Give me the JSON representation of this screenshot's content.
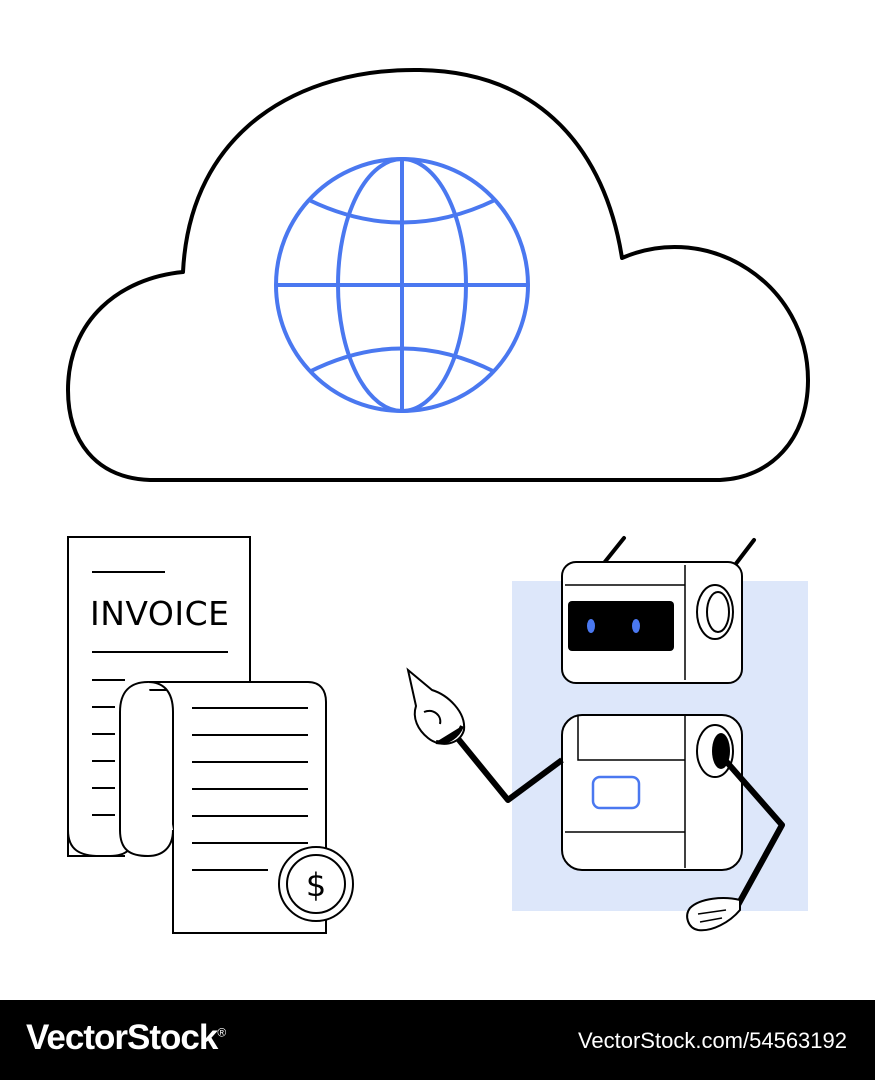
{
  "illustration": {
    "invoice_label": "INVOICE",
    "currency_symbol": "$",
    "colors": {
      "outline": "#000000",
      "accent": "#4A78F0",
      "highlight": "#DDE7FA",
      "background": "#FFFFFF"
    },
    "icons": [
      "cloud-icon",
      "globe-icon",
      "invoice-document-icon",
      "receipt-icon",
      "dollar-coin-icon",
      "robot-icon"
    ]
  },
  "footer": {
    "brand": "VectorStock",
    "registered_mark": "®",
    "stock_id": "VectorStock.com/54563192"
  }
}
